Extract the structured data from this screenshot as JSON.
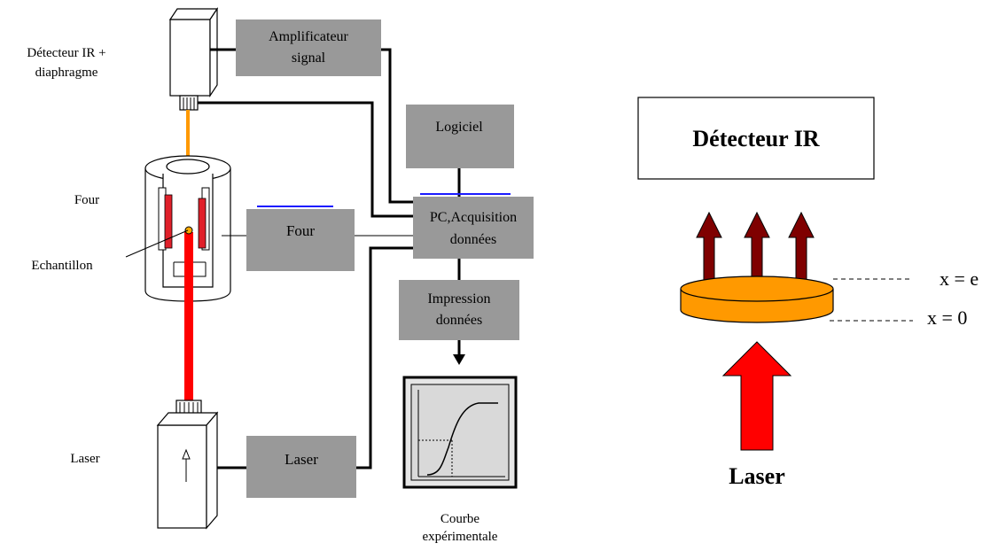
{
  "left_labels": {
    "detector_line1": "Détecteur IR +",
    "detector_line2": "diaphragme",
    "four": "Four",
    "echantillon": "Echantillon",
    "laser": "Laser"
  },
  "boxes": {
    "amplificateur_line1": "Amplificateur",
    "amplificateur_line2": "signal",
    "logiciel": "Logiciel",
    "pc_line1": "PC,Acquisition",
    "pc_line2": "données",
    "four": "Four",
    "impression_line1": "Impression",
    "impression_line2": "données",
    "laser": "Laser"
  },
  "courbe": {
    "line1": "Courbe",
    "line2": "expérimentale"
  },
  "right": {
    "detector_title": "Détecteur   IR",
    "x_e": "x = e",
    "x_0": "x = 0",
    "laser": "Laser"
  },
  "colors": {
    "box_gray": "#999999",
    "beam_red": "#ff0000",
    "beam_orange": "#ff9900",
    "sample_orange": "#ff9900",
    "arrow_dark_red": "#7f0000",
    "arrow_red": "#ff0000",
    "heater_red": "#e0202a",
    "pc_blue_line": "#1a1aff"
  }
}
